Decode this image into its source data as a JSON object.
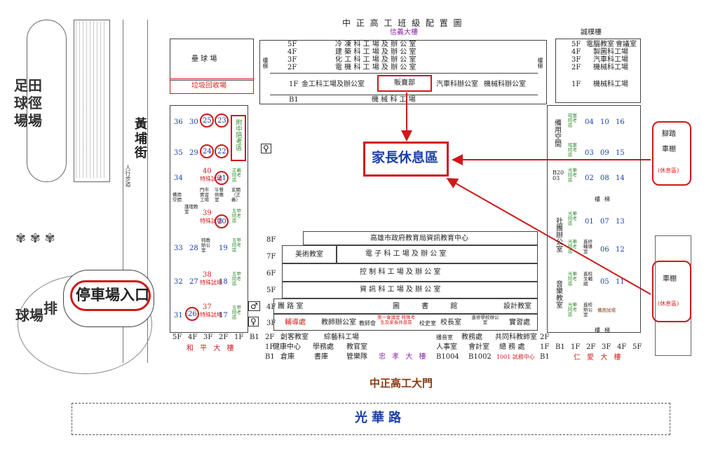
{
  "header": {
    "title": "中 正 高 工 班 級 配 置 圖",
    "north_building": "信義大樓"
  },
  "left_map": {
    "field_label": "足田\n球徑\n場場",
    "street_label": "黃\n埔\n街",
    "walkway": "人行步道",
    "parking_entrance": "停車場入口",
    "ball_field": "球場",
    "row_label": "排"
  },
  "north_wing": {
    "floors": [
      "5F",
      "4F",
      "3F",
      "2F"
    ],
    "depts": [
      "冷 凍 科 工 場 及 辦 公 室",
      "建 築 科 工 場 及 辦 公 室",
      "化 工 科 工 場 及 辦 公 室",
      "電 機 科 工 場 及 辦 公 室"
    ],
    "first_floor": "1F",
    "first_floor_metal": "金工科工場及辦公室",
    "shop": "販賣部",
    "auto_office": "汽車科辦公室",
    "mech_office": "機械科辦公室",
    "b1": "B1",
    "b1_label": "機 械 科 工 場",
    "stairs": "樓梯"
  },
  "nw_block": {
    "baseball": "壘 球 場",
    "recycle": "垃圾回收場"
  },
  "east_building": {
    "name": "誠樸樓",
    "rows": [
      {
        "floor": "5F",
        "a": "電腦教室",
        "b": "會議室"
      },
      {
        "floor": "4F",
        "a": "製圖科工場",
        "b": ""
      },
      {
        "floor": "3F",
        "a": "汽車科工場",
        "b": ""
      },
      {
        "floor": "2F",
        "a": "機械科工場",
        "b": ""
      },
      {
        "floor": "1F",
        "a": "機械科工場",
        "b": ""
      }
    ],
    "stairs": "樓梯"
  },
  "center": {
    "parents_rest": "家長休息區"
  },
  "west_grid": {
    "rows": [
      {
        "a": "36",
        "b": "30",
        "c": "25",
        "d": "23"
      },
      {
        "a": "35",
        "b": "29",
        "c": "24",
        "d": "22"
      },
      {
        "a": "34",
        "b": "",
        "c": "40",
        "d": "21"
      },
      {
        "a": "33",
        "b": "28",
        "c": "",
        "d": "19"
      },
      {
        "a": "32",
        "b": "27",
        "c": "38",
        "d": "18"
      },
      {
        "a": "31",
        "b": "26",
        "c": "37",
        "d": "17"
      }
    ],
    "labels": {
      "exam_a": "附中陪考區",
      "exam_b": "正義陪考區",
      "exam_c": "五甲陪考區",
      "special": "特殊試場",
      "special_room": "特教辦公室",
      "n20": "20",
      "n39": "39",
      "nursing": "護理教室",
      "gate_shop": "門市實習工場",
      "lunch": "午餐供應室",
      "lobby": "玄關（正義）",
      "spare": "備用空間"
    },
    "floors": [
      "5F",
      "4F",
      "3F",
      "2F",
      "1F",
      "B1"
    ],
    "building": "和 平 大 樓"
  },
  "middle": {
    "info_center": "高雄市政府教育局資訊教育中心",
    "art": "美術教室",
    "electronics": "電 子 科 工 場 及 辦 公 室",
    "control": "控 制 科 工 場 及 辦 公 室",
    "info": "資 訊 科 工 場 及 辦 公 室",
    "road_room": "團 路 室",
    "library": "圖 書 館",
    "design": "設計教室",
    "counsel": "輔導處",
    "teachers": "教師辦公室",
    "teacher_assoc": "教師會",
    "first_meeting": "第一會議室 特殊考生及家長休息區",
    "history": "校史室",
    "principal": "校長室",
    "continuing": "進修學校辦公室",
    "internship": "實習處",
    "creative": "創客教室",
    "comprehensive": "綜藝科工場",
    "broadcast": "播音室",
    "academic": "教務處",
    "common": "共同科教師室",
    "health": "健康中心",
    "student_affairs": "學務處",
    "military": "教官室",
    "personnel": "人事室",
    "accounting": "會計室",
    "general": "總 務 處",
    "storage": "倉庫",
    "book_store": "書庫",
    "band": "管樂隊",
    "b1004": "B1004",
    "b1002": "B1002",
    "b1001": "1001 試務中心",
    "building": "忠 孝 大 樓",
    "floors": [
      "8F",
      "7F",
      "6F",
      "5F",
      "4F",
      "3F",
      "2F",
      "1F",
      "B1"
    ]
  },
  "east_grid": {
    "spare": "備用空間",
    "b2003": "B20 03",
    "social": "社團辦公室",
    "music": "音樂教室",
    "cols": [
      [
        "04",
        "10",
        "16"
      ],
      [
        "03",
        "09",
        "15"
      ],
      [
        "02",
        "08",
        "14"
      ],
      [
        "01",
        "07",
        "13"
      ],
      [
        "",
        "06",
        "12"
      ],
      [
        "05",
        "11"
      ]
    ],
    "labels": {
      "exam_a": "昭富陪考區",
      "exam_b": "光華陪考區",
      "advance": "進修輔導室",
      "advance_group": "進校生輔組",
      "advance_office": "進校辦公室",
      "spare_rooms": "備用試場"
    },
    "floors": [
      "B1",
      "1F",
      "2F",
      "3F",
      "4F",
      "5F"
    ],
    "building": "仁 愛 大 樓",
    "stairs": "樓梯"
  },
  "right_side": {
    "bike": "腳踏\n\n車棚",
    "bike_rest": "(休息區)",
    "car": "車棚",
    "car_rest": "(休息區)"
  },
  "bottom": {
    "gate": "中正高工大門",
    "road": "光華路"
  },
  "colors": {
    "accent_red": "#d01818",
    "blue": "#1a3fa8",
    "brown": "#8a3a10"
  }
}
